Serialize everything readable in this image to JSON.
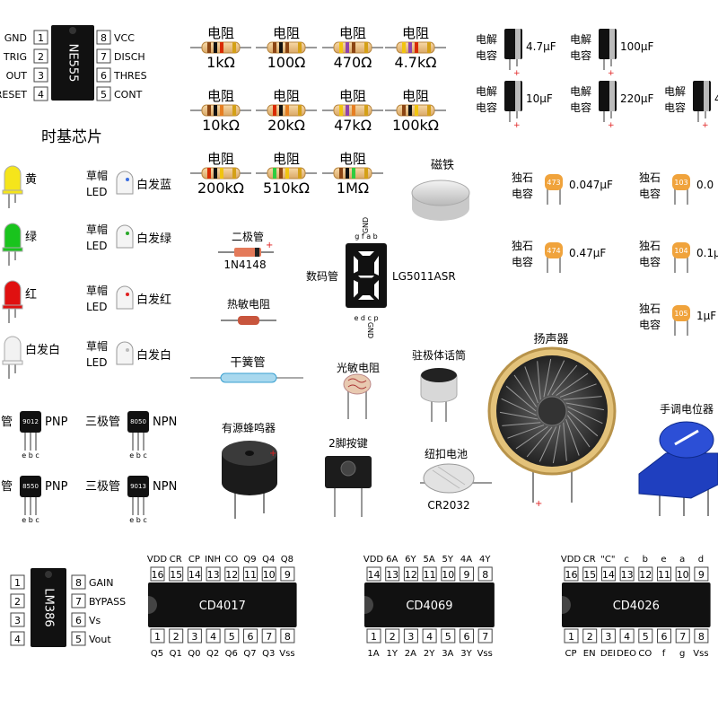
{
  "ne555": {
    "label": "NE555",
    "left_pins": [
      {
        "num": "1",
        "name": "GND"
      },
      {
        "num": "2",
        "name": "TRIG"
      },
      {
        "num": "3",
        "name": "OUT"
      },
      {
        "num": "4",
        "name": "RESET"
      }
    ],
    "right_pins": [
      {
        "num": "8",
        "name": "VCC"
      },
      {
        "num": "7",
        "name": "DISCH"
      },
      {
        "num": "6",
        "name": "THRES"
      },
      {
        "num": "5",
        "name": "CONT"
      }
    ],
    "caption": "时基芯片"
  },
  "resistors": [
    {
      "title": "电阻",
      "value": "1kΩ",
      "bands": [
        "#8b4513",
        "#111111",
        "#d92b00",
        "#d4a017"
      ]
    },
    {
      "title": "电阻",
      "value": "100Ω",
      "bands": [
        "#8b4513",
        "#111111",
        "#8b4513",
        "#d4a017"
      ]
    },
    {
      "title": "电阻",
      "value": "470Ω",
      "bands": [
        "#f1c40f",
        "#8e44ad",
        "#8b4513",
        "#d4a017"
      ]
    },
    {
      "title": "电阻",
      "value": "4.7kΩ",
      "bands": [
        "#f1c40f",
        "#8e44ad",
        "#d92b00",
        "#d4a017"
      ]
    },
    {
      "title": "电阻",
      "value": "10kΩ",
      "bands": [
        "#8b4513",
        "#111111",
        "#e67e22",
        "#d4a017"
      ]
    },
    {
      "title": "电阻",
      "value": "20kΩ",
      "bands": [
        "#d92b00",
        "#111111",
        "#e67e22",
        "#d4a017"
      ]
    },
    {
      "title": "电阻",
      "value": "47kΩ",
      "bands": [
        "#f1c40f",
        "#8e44ad",
        "#e67e22",
        "#d4a017"
      ]
    },
    {
      "title": "电阻",
      "value": "100kΩ",
      "bands": [
        "#8b4513",
        "#111111",
        "#f1c40f",
        "#d4a017"
      ]
    },
    {
      "title": "电阻",
      "value": "200kΩ",
      "bands": [
        "#d92b00",
        "#111111",
        "#f1c40f",
        "#d4a017"
      ]
    },
    {
      "title": "电阻",
      "value": "510kΩ",
      "bands": [
        "#2ecc40",
        "#8b4513",
        "#f1c40f",
        "#d4a017"
      ]
    },
    {
      "title": "电阻",
      "value": "1MΩ",
      "bands": [
        "#8b4513",
        "#111111",
        "#2ecc40",
        "#d4a017"
      ]
    }
  ],
  "electrolytic": [
    {
      "l1": "电解",
      "l2": "电容",
      "value": "4.7μF"
    },
    {
      "l1": "电解",
      "l2": "电容",
      "value": "100μF"
    },
    {
      "l1": "电解",
      "l2": "电容",
      "value": "10μF"
    },
    {
      "l1": "电解",
      "l2": "电容",
      "value": "220μF"
    },
    {
      "l1": "电解",
      "l2": "电容",
      "value": "4"
    }
  ],
  "ceramic": [
    {
      "l1": "独石",
      "l2": "电容",
      "code": "473",
      "value": "0.047μF"
    },
    {
      "l1": "独石",
      "l2": "电容",
      "code": "103",
      "value": "0.0"
    },
    {
      "l1": "独石",
      "l2": "电容",
      "code": "474",
      "value": "0.47μF"
    },
    {
      "l1": "独石",
      "l2": "电容",
      "code": "104",
      "value": "0.1μ"
    },
    {
      "l1": "独石",
      "l2": "电容",
      "code": "105",
      "value": "1μF"
    }
  ],
  "leds": [
    {
      "color": "#f5e51b",
      "label": "黄"
    },
    {
      "color": "#19c41d",
      "label": "绿"
    },
    {
      "color": "#e01010",
      "label": "红"
    },
    {
      "color": "#f2f2f2",
      "label": "白发白"
    }
  ],
  "strawhat": [
    {
      "l1": "草帽",
      "l2": "LED",
      "label": "白发蓝",
      "dot": "#3b6fe0"
    },
    {
      "l1": "草帽",
      "l2": "LED",
      "label": "白发绿",
      "dot": "#2aa82a"
    },
    {
      "l1": "草帽",
      "l2": "LED",
      "label": "白发红",
      "dot": "#e02020"
    },
    {
      "l1": "草帽",
      "l2": "LED",
      "label": "白发白",
      "dot": "#bbbbbb"
    }
  ],
  "transistors": [
    {
      "prefix": "管",
      "code": "9012",
      "type": "PNP"
    },
    {
      "prefix": "三极管",
      "code": "8050",
      "type": "NPN"
    },
    {
      "prefix": "管",
      "code": "8550",
      "type": "PNP"
    },
    {
      "prefix": "三极管",
      "code": "9013",
      "type": "NPN"
    }
  ],
  "transistor_legs": "e b c",
  "diode": {
    "title": "二极管",
    "part": "1N4148"
  },
  "thermistor": {
    "title": "热敏电阻"
  },
  "reed": {
    "title": "干簧管"
  },
  "magnet": {
    "title": "磁铁"
  },
  "seven_seg": {
    "title": "数码管",
    "part": "LG5011ASR",
    "top_pins": "g f a b",
    "bottom_pins": "e d c p",
    "gnd": "GND"
  },
  "ldr": {
    "title": "光敏电阻"
  },
  "mic": {
    "title": "驻极体话筒"
  },
  "speaker": {
    "title": "扬声器"
  },
  "pot": {
    "title": "手调电位器"
  },
  "buzzer": {
    "title": "有源蜂鸣器"
  },
  "button": {
    "title": "2脚按键"
  },
  "coin": {
    "title": "纽扣电池",
    "part": "CR2032"
  },
  "lm386": {
    "label": "LM386",
    "right_pins": [
      {
        "num": "8",
        "name": "GAIN"
      },
      {
        "num": "7",
        "name": "BYPASS"
      },
      {
        "num": "6",
        "name": "Vs"
      },
      {
        "num": "5",
        "name": "Vout"
      }
    ],
    "left_nums": [
      "1",
      "2",
      "3",
      "4"
    ]
  },
  "cd4017": {
    "label": "CD4017",
    "top_labels": [
      "VDD",
      "CR",
      "CP",
      "INH",
      "CO",
      "Q9",
      "Q4",
      "Q8"
    ],
    "top_nums": [
      "16",
      "15",
      "14",
      "13",
      "12",
      "11",
      "10",
      "9"
    ],
    "bottom_nums": [
      "1",
      "2",
      "3",
      "4",
      "5",
      "6",
      "7",
      "8"
    ],
    "bottom_labels": [
      "Q5",
      "Q1",
      "Q0",
      "Q2",
      "Q6",
      "Q7",
      "Q3",
      "Vss"
    ]
  },
  "cd4069": {
    "label": "CD4069",
    "top_labels": [
      "VDD",
      "6A",
      "6Y",
      "5A",
      "5Y",
      "4A",
      "4Y"
    ],
    "top_nums": [
      "14",
      "13",
      "12",
      "11",
      "10",
      "9",
      "8"
    ],
    "bottom_nums": [
      "1",
      "2",
      "3",
      "4",
      "5",
      "6",
      "7"
    ],
    "bottom_labels": [
      "1A",
      "1Y",
      "2A",
      "2Y",
      "3A",
      "3Y",
      "Vss"
    ]
  },
  "cd4026": {
    "label": "CD4026",
    "top_labels": [
      "VDD",
      "CR",
      "\"C\"",
      "c",
      "b",
      "e",
      "a",
      "d"
    ],
    "top_nums": [
      "16",
      "15",
      "14",
      "13",
      "12",
      "11",
      "10",
      "9"
    ],
    "bottom_nums": [
      "1",
      "2",
      "3",
      "4",
      "5",
      "6",
      "7",
      "8"
    ],
    "bottom_labels": [
      "CP",
      "EN",
      "DEI",
      "DEO",
      "CO",
      "f",
      "g",
      "Vss"
    ]
  }
}
